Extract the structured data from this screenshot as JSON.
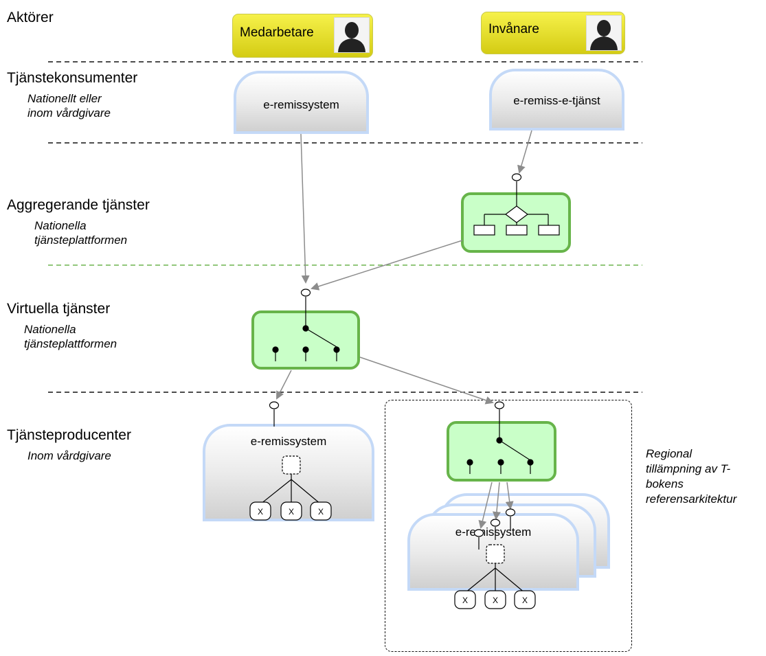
{
  "layers": [
    {
      "title": "Aktörer",
      "subtitle": ""
    },
    {
      "title": "Tjänstekonsumenter",
      "subtitle": "Nationellt eller\ninom vårdgivare"
    },
    {
      "title": "Aggregerande tjänster",
      "subtitle": "Nationella\ntjänsteplattformen"
    },
    {
      "title": "Virtuella tjänster",
      "subtitle": "Nationella\ntjänsteplattformen"
    },
    {
      "title": "Tjänsteproducenter",
      "subtitle": "Inom vårdgivare"
    }
  ],
  "actors": [
    {
      "label": "Medarbetare",
      "icon": "person-silhouette-icon"
    },
    {
      "label": "Invånare",
      "icon": "person-silhouette-icon"
    }
  ],
  "consumers": [
    {
      "label": "e-remissystem"
    },
    {
      "label": "e-remiss-e-tjänst"
    }
  ],
  "producers": [
    {
      "label": "e-remissystem",
      "leaves": [
        "X",
        "X",
        "X"
      ]
    },
    {
      "label": "e-remissystem",
      "leaves": [
        "X",
        "X",
        "X"
      ]
    }
  ],
  "regional_note": "Regional\ntillämpning av T-\nbokens\nreferensarkitektur",
  "colors": {
    "actor_fill": "#e6df22",
    "system_border": "#c4d9f7",
    "service_fill": "#c9ffc8",
    "service_border": "#67b44a",
    "arrow": "#8c8c8c"
  }
}
